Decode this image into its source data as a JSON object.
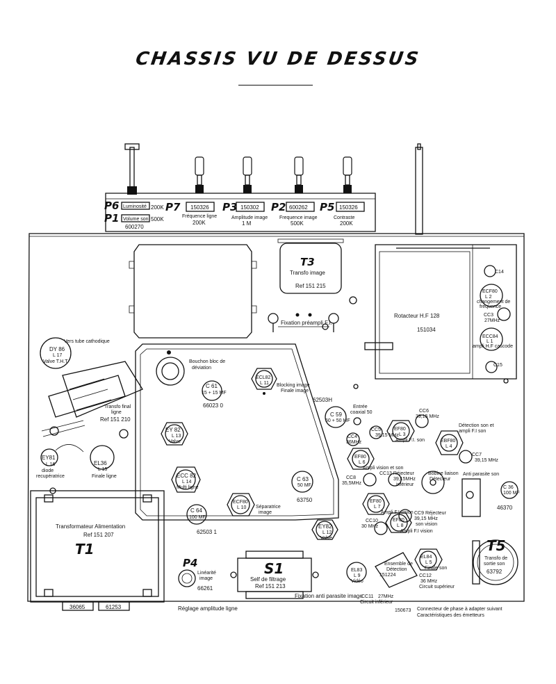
{
  "title": "CHASSIS VU DE DESSUS",
  "controls": [
    {
      "ref": "P6",
      "label": "Luminosité",
      "value": "200K"
    },
    {
      "ref": "P1",
      "label": "Volume son",
      "value": "500K",
      "part": "600270"
    },
    {
      "ref": "P7",
      "label": "Fréquence ligne",
      "value": "200K",
      "part": "150326"
    },
    {
      "ref": "P3",
      "label": "Amplitude image",
      "value": "1 M",
      "part": "150302"
    },
    {
      "ref": "P2",
      "label": "Frequence image",
      "value": "500K",
      "part": "600262"
    },
    {
      "ref": "P5",
      "label": "Contraste",
      "value": "200K",
      "part": "150326"
    }
  ],
  "t3": {
    "ref": "T3",
    "line1": "Transfo image",
    "line2": "Ref 151 215"
  },
  "fixation_preampli": "Fixation préampli F.I.",
  "rotacteur": {
    "label": "Rotacteur H.F 128",
    "part": "151034"
  },
  "t1": {
    "ref": "T1",
    "line1": "Transformateur Alimentation",
    "line2": "Ref 151 207",
    "part1": "36065",
    "part2": "61253"
  },
  "s1": {
    "ref": "S1",
    "line1": "Self de filtrage",
    "line2": "Ref 151 213"
  },
  "t5": {
    "ref": "T5",
    "line1": "Transfo de",
    "line2": "sortie son",
    "part": "63792"
  },
  "p4": {
    "ref": "P4",
    "line1": "Linéarité",
    "line2": "image",
    "part": "66261"
  },
  "notes": {
    "vers_tube": "Vers tube cathodique",
    "transfo_final": "Transfo final",
    "ligne": "ligne",
    "transfo_ref": "Ref 151 210",
    "bouchon": "Bouchon bloc de",
    "deviation": "déviation",
    "reglage": "Réglage amplitude ligne",
    "fixation_antiparasite": "Fixation anti parasite image",
    "connecteur1": "Connecteur de phase à adapter suivant",
    "connecteur2": "Caractéristiques des émetteurs",
    "connecteur_part": "150673",
    "anti_parasite_son": "Anti parasite son",
    "circuit_superieur": "Circuit supérieur",
    "circuit_inferieur": "Circuit inférieur",
    "entree": "Entrée",
    "coaxial": "coaxial 50",
    "ensemble1": "Ensemble de",
    "ensemble2": "Détection",
    "ensemble_part": "151224",
    "bloc1": "Bobine liaison",
    "bloc2": "Détecteur",
    "part_62503h": "62503H",
    "part_625031": "62503 1"
  },
  "tubes": {
    "dy86": {
      "name": "DY 86",
      "sub": "L 17",
      "role": "Valve T.H.T."
    },
    "ey81": {
      "name": "EY81",
      "sub": "L 16",
      "role1": "diode",
      "role2": "recupératrice"
    },
    "el36": {
      "name": "EL36",
      "sub": "L 15",
      "role": "Finale ligne"
    },
    "ey82a": {
      "name": "EY 82",
      "sub": "L 13",
      "role": "Valve"
    },
    "ecc82": {
      "name": "ECC 82",
      "sub": "L 14",
      "role": "Multi ligne"
    },
    "ecf80a": {
      "name": "ECF80",
      "sub": "L 10",
      "role1": "Séparatrice",
      "role2": "image"
    },
    "ecl82": {
      "name": "ECL82",
      "sub": "L 11",
      "role1": "Blocking image",
      "role2": "Finale image"
    },
    "ey82b": {
      "name": "EY82",
      "sub": "L 12",
      "role": "Valve"
    },
    "el83": {
      "name": "EL83",
      "sub": "L 9",
      "role": "Vidéo"
    },
    "ecf80b": {
      "name": "ECF80",
      "sub": "L 2",
      "role1": "changement de",
      "role2": "fréquence"
    },
    "ecc84": {
      "name": "ECC84",
      "sub": "L 1",
      "role": "ampli H.F cascode"
    },
    "ef80a": {
      "name": "EF80",
      "sub": "L 3",
      "role": "Ampli F.I. son"
    },
    "ebf80": {
      "name": "EBF80",
      "sub": "L 4",
      "role1": "Détection son et",
      "role2": "ampli F.I son"
    },
    "ef80b": {
      "name": "EF80",
      "sub": "L 6",
      "role": "Ampli vision et son"
    },
    "ef80c": {
      "name": "EF80",
      "sub": "L 7",
      "role": "Ampli F.I vision"
    },
    "ef80d": {
      "name": "EF80",
      "sub": "L 8",
      "role": "Ampli F.I vision"
    },
    "el84": {
      "name": "EL84",
      "sub": "L 5",
      "role": "Finale son"
    }
  },
  "caps": {
    "c61": {
      "name": "C 61",
      "val": "15 + 15 MF",
      "part": "66023 0"
    },
    "c64": {
      "name": "C 64",
      "val": "100 MF"
    },
    "c63": {
      "name": "C 63",
      "val": "50 MF",
      "part": "63750"
    },
    "c59": {
      "name": "C 59",
      "val": "50 + 50 MF"
    },
    "c36": {
      "name": "C 36",
      "val": "100 MF",
      "part": "46370"
    },
    "c14": "C14",
    "c15": "C15"
  },
  "coils": {
    "cc3": {
      "name": "CC3",
      "val": "27MHz"
    },
    "cc4": {
      "name": "CC4",
      "val": "36MHz"
    },
    "cc5": {
      "name": "CC5",
      "val": "39,15 MHz"
    },
    "cc6": {
      "name": "CC6",
      "val": "39,15 MHz"
    },
    "cc7": {
      "name": "CC7",
      "val": "39,15 MHz"
    },
    "cc8": {
      "name": "CC8",
      "val": "35,5MHz"
    },
    "cc13": {
      "name": "CC13 Réjecteur",
      "val": "39,15MHz",
      "sub": "inférieur"
    },
    "cc9": {
      "name": "CC9 Réjecteur",
      "val": "39,15 MHz",
      "sub": "son vision"
    },
    "cc10": {
      "name": "CC10",
      "val": "30 MHz"
    },
    "cc12": {
      "name": "CC12",
      "val": "36 MHz"
    },
    "cc11": {
      "name": "CC11",
      "val": "27MHz"
    }
  }
}
